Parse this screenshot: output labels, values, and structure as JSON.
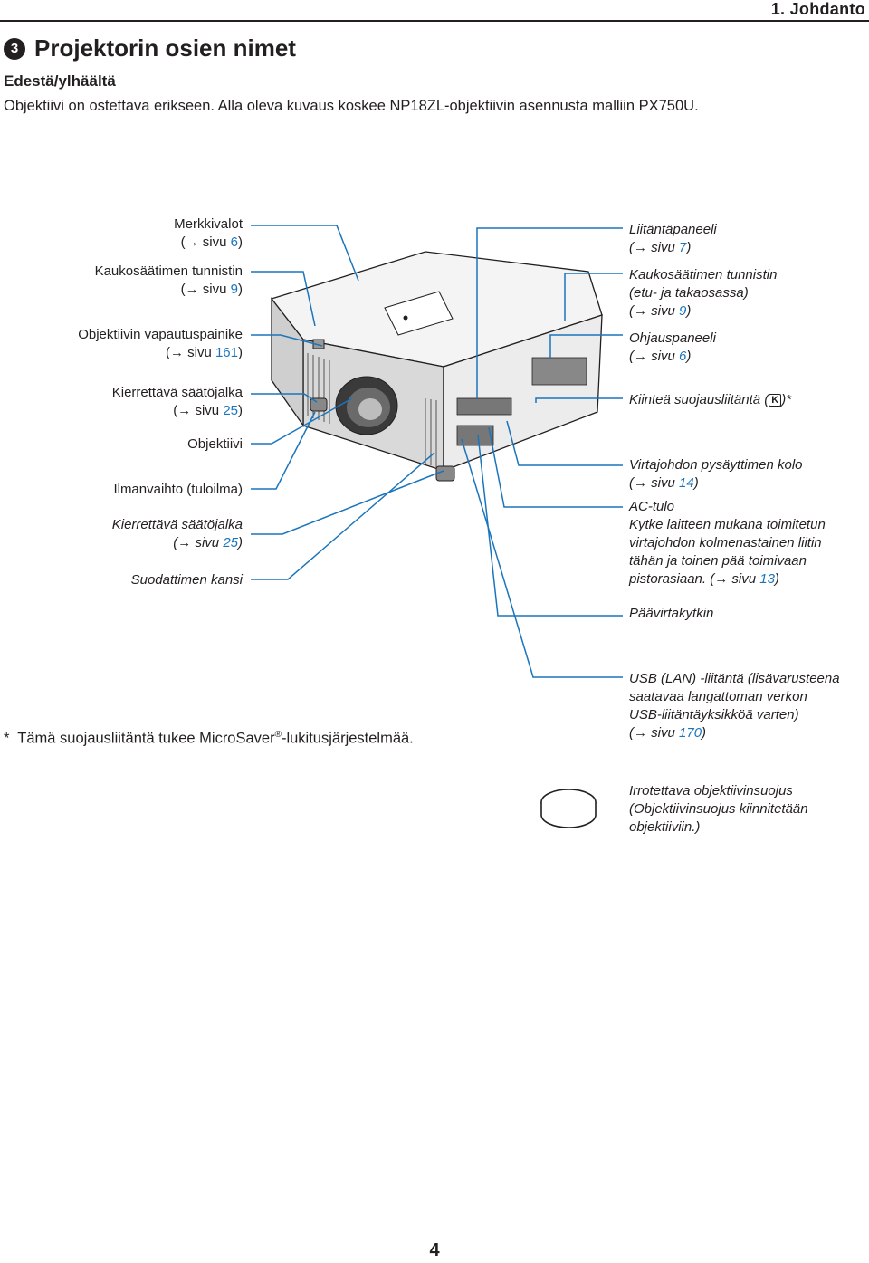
{
  "header": {
    "chapter": "1. Johdanto"
  },
  "section": {
    "number": "3",
    "title": "Projektorin osien nimet",
    "subtitle": "Edestä/ylhäältä",
    "intro": "Objektiivi on ostettava erikseen. Alla oleva kuvaus koskee NP18ZL-objektiivin asennusta malliin PX750U."
  },
  "arrow_glyph": "→",
  "left_labels": [
    {
      "line1": "Merkkivalot",
      "ref_prefix": "(",
      "ref_text": " sivu ",
      "ref_page": "6",
      "ref_suffix": ")"
    },
    {
      "line1": "Kaukosäätimen tunnistin",
      "ref_prefix": "(",
      "ref_text": " sivu ",
      "ref_page": "9",
      "ref_suffix": ")"
    },
    {
      "line1": "Objektiivin vapautuspainike",
      "ref_prefix": "(",
      "ref_text": " sivu ",
      "ref_page": "161",
      "ref_suffix": ")"
    },
    {
      "line1": "Kierrettävä säätöjalka",
      "ref_prefix": "(",
      "ref_text": " sivu ",
      "ref_page": "25",
      "ref_suffix": ")"
    },
    {
      "line1": "Objektiivi"
    },
    {
      "line1": "Ilmanvaihto (tuloilma)"
    },
    {
      "line1": "Kierrettävä säätöjalka",
      "ref_prefix": "(",
      "ref_text": " sivu ",
      "ref_page": "25",
      "ref_suffix": ")"
    },
    {
      "line1": "Suodattimen kansi"
    }
  ],
  "right_labels": {
    "terminal_panel": {
      "line1": "Liitäntäpaneeli",
      "ref_text": " sivu ",
      "ref_page": "7"
    },
    "remote_sensor": {
      "line1": "Kaukosäätimen tunnistin",
      "line2": "(etu- ja takaosassa)",
      "ref_text": " sivu ",
      "ref_page": "9"
    },
    "control_panel": {
      "line1": "Ohjauspaneeli",
      "ref_text": " sivu ",
      "ref_page": "6"
    },
    "security_slot": {
      "before": "Kiinteä suojausliitäntä (",
      "glyph": "K",
      "after": ")*"
    },
    "cord_stopper": {
      "line1": "Virtajohdon pysäyttimen kolo",
      "ref_text": " sivu ",
      "ref_page": "14"
    },
    "ac_in": {
      "line1": "AC-tulo",
      "line2": "Kytke laitteen mukana toimitetun",
      "line3": "virtajohdon kolmenastainen liitin",
      "line4": "tähän ja toinen pää toimivaan",
      "line5_prefix": "pistorasiaan. (",
      "ref_text": " sivu ",
      "ref_page": "13",
      "line5_suffix": ")"
    },
    "main_power": {
      "line1": "Päävirtakytkin"
    },
    "usb_lan": {
      "line1": "USB (LAN) -liitäntä (lisävarusteena",
      "line2": "saatavaa langattoman verkon",
      "line3": "USB-liitäntäyksikköä varten)",
      "ref_text": " sivu ",
      "ref_page": "170"
    },
    "lens_cap": {
      "line1": "Irrotettava objektiivinsuojus",
      "line2": "(Objektiivinsuojus kiinnitetään",
      "line3": "objektiiviin.)"
    }
  },
  "footnote": {
    "star": "*",
    "text_before": "Tämä suojausliitäntä tukee MicroSaver",
    "reg": "®",
    "text_after": "-lukitusjärjestelmää."
  },
  "page_number": "4",
  "colors": {
    "leader_line": "#1a75bc",
    "page_ref": "#1a75bc",
    "text": "#231f20"
  }
}
